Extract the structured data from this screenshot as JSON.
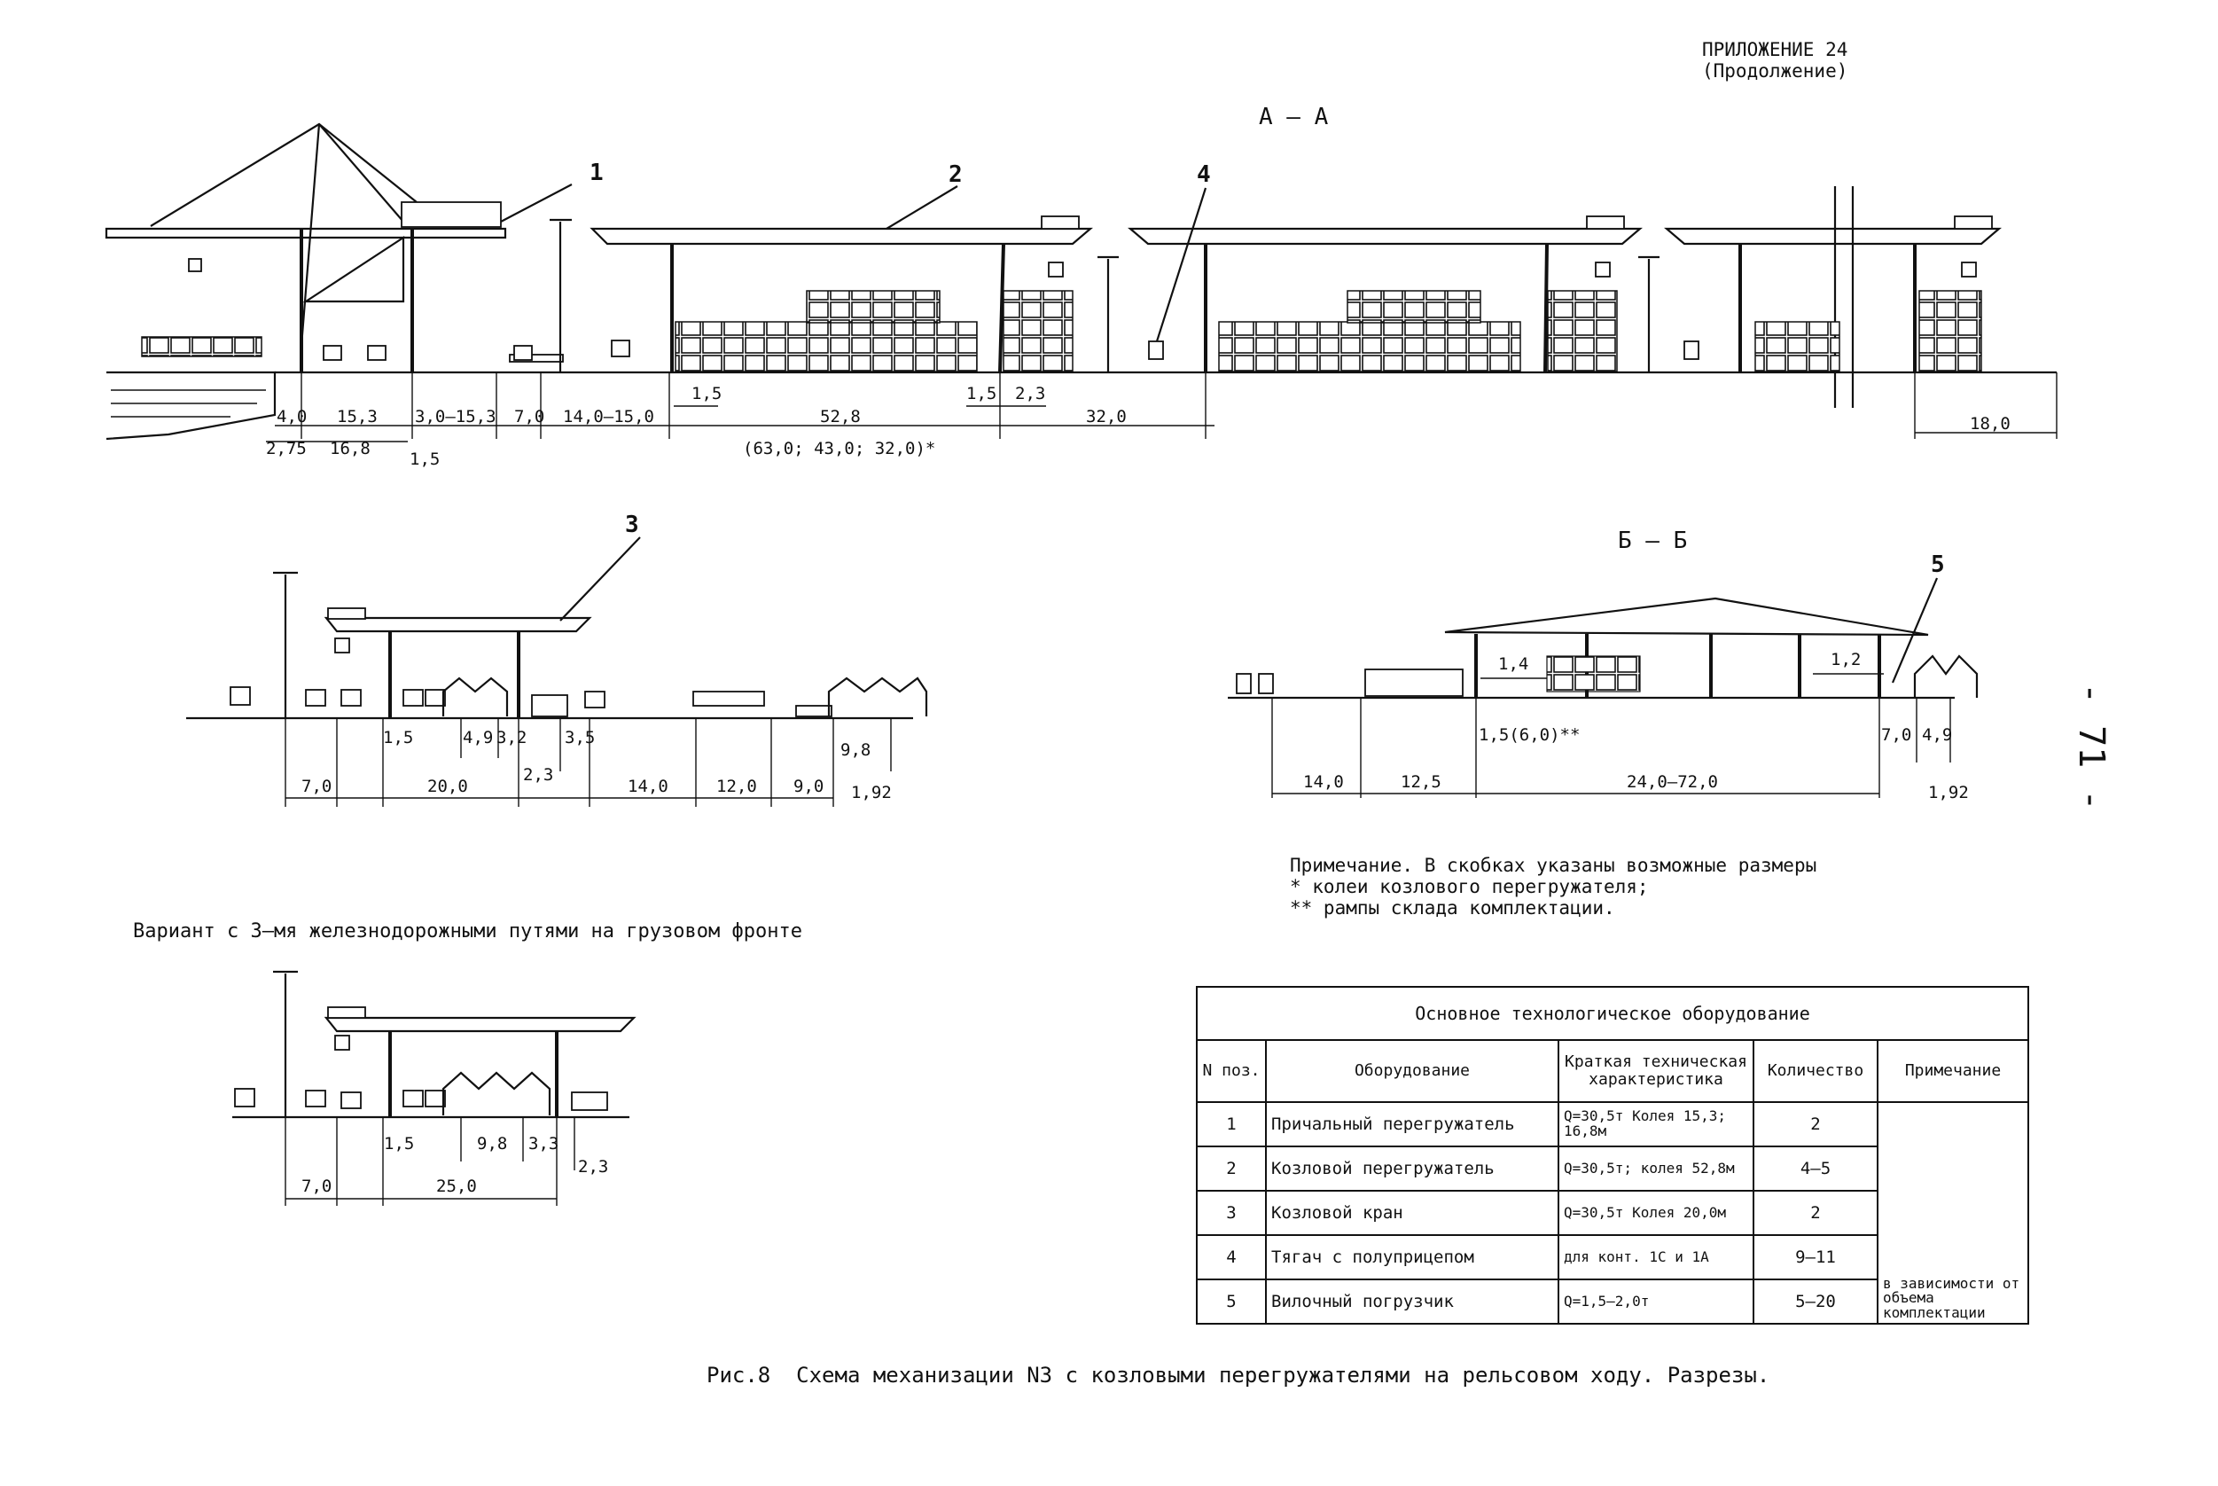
{
  "header": {
    "appendix_line1": "ПРИЛОЖЕНИЕ 24",
    "appendix_line2": "(Продолжение)"
  },
  "page_number": "- 71 -",
  "section_aa": {
    "title": "А — А",
    "callouts": [
      "1",
      "2",
      "4"
    ],
    "dims_top": [
      "4,0",
      "15,3",
      "3,0–15,3",
      "7,0",
      "14,0–15,0",
      "1,5",
      "52,8",
      "1,5",
      "2,3",
      "32,0",
      "18,0"
    ],
    "dims_bottom": [
      "2,75",
      "16,8",
      "1,5"
    ],
    "alt_sizes": "(63,0; 43,0; 32,0)*"
  },
  "section_crane": {
    "callout": "3",
    "dims_top": [
      "1,5",
      "4,9",
      "3,2",
      "3,5",
      "9,8"
    ],
    "dims_bottom": [
      "7,0",
      "20,0",
      "2,3",
      "14,0",
      "12,0",
      "9,0",
      "1,92"
    ]
  },
  "section_bb": {
    "title": "Б — Б",
    "callout": "5",
    "inner_dims": [
      "1,4",
      "1,2"
    ],
    "dims_top": [
      "1,5(6,0)**",
      "7,0",
      "4,9"
    ],
    "dims_bottom": [
      "14,0",
      "12,5",
      "24,0–72,0",
      "1,92"
    ]
  },
  "note": {
    "line1": "Примечание. В скобках указаны возможные размеры",
    "line2": "* колеи козлового перегружателя;",
    "line3": "** рампы склада комплектации."
  },
  "variant": {
    "caption": "Вариант с 3–мя железнодорожными путями на грузовом фронте",
    "dims_top": [
      "1,5",
      "9,8",
      "3,3"
    ],
    "dims_bottom": [
      "7,0",
      "25,0",
      "2,3"
    ]
  },
  "equipment_table": {
    "title": "Основное технологическое оборудование",
    "headers": {
      "pos": "N поз.",
      "equipment": "Оборудование",
      "spec": "Краткая техническая характеристика",
      "qty": "Количество",
      "remark": "Примечание"
    },
    "rows": [
      {
        "pos": "1",
        "equipment": "Причальный перегружатель",
        "spec": "Q=30,5т Колея 15,3; 16,8м",
        "qty": "2"
      },
      {
        "pos": "2",
        "equipment": "Козловой перегружатель",
        "spec": "Q=30,5т; колея 52,8м",
        "qty": "4–5"
      },
      {
        "pos": "3",
        "equipment": "Козловой кран",
        "spec": "Q=30,5т Колея 20,0м",
        "qty": "2"
      },
      {
        "pos": "4",
        "equipment": "Тягач с полуприцепом",
        "spec": "для конт. 1С и 1А",
        "qty": "9–11"
      },
      {
        "pos": "5",
        "equipment": "Вилочный погрузчик",
        "spec": "Q=1,5–2,0т",
        "qty": "5–20"
      }
    ],
    "remark": "в зависимости от объема комплектации"
  },
  "figure_caption": "Рис.8  Схема механизации N3 с козловыми перегружателями на рельсовом ходу. Разрезы."
}
